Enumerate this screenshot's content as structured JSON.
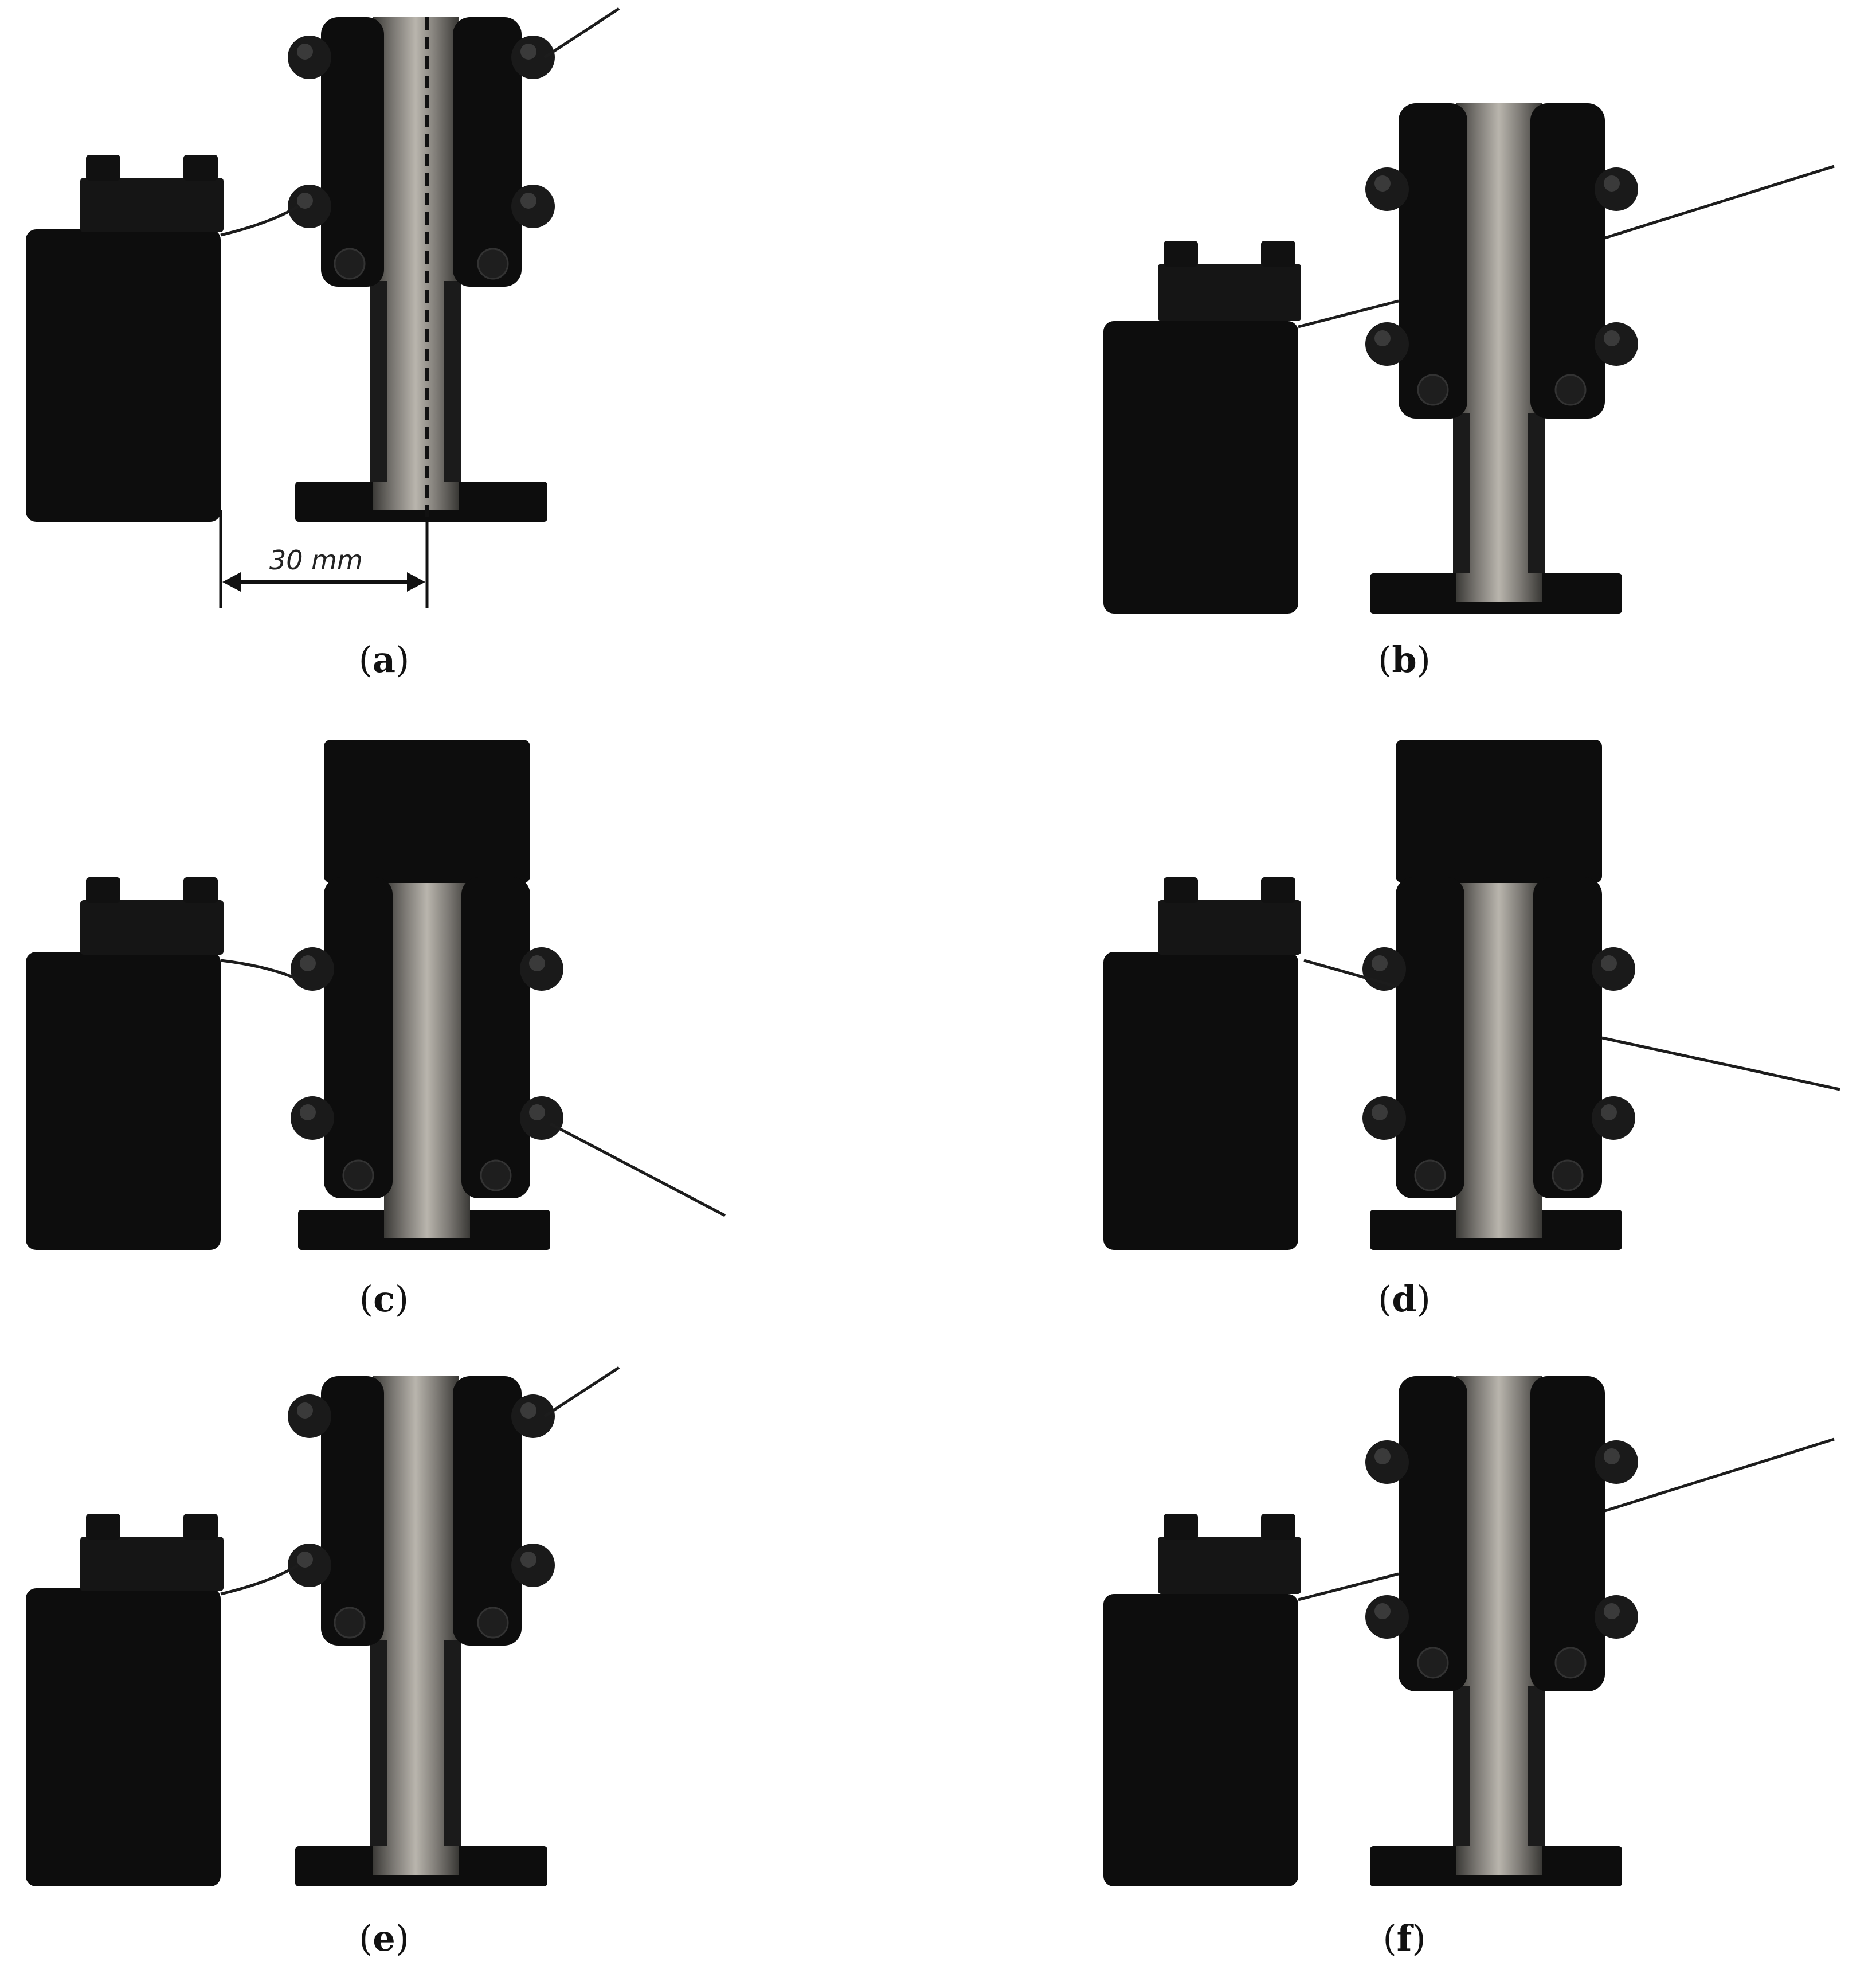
{
  "figure": {
    "panels": [
      {
        "id": "a",
        "variant": "lowered",
        "wire": "left-upper-pin-to-top-right",
        "dimension": true
      },
      {
        "id": "b",
        "variant": "lowered",
        "wire": "through-upper",
        "dimension": false
      },
      {
        "id": "c",
        "variant": "raised",
        "wire": "left-upper-pin-to-lower-right",
        "dimension": false
      },
      {
        "id": "d",
        "variant": "raised",
        "wire": "through-lower",
        "dimension": false
      },
      {
        "id": "e",
        "variant": "lowered",
        "wire": "left-upper-pin-to-top-right",
        "dimension": false
      },
      {
        "id": "f",
        "variant": "lowered",
        "wire": "through-upper",
        "dimension": false
      }
    ],
    "dimension_label": "30 mm",
    "captions": [
      "a",
      "b",
      "c",
      "d",
      "e",
      "f"
    ]
  },
  "colors": {
    "background": "#ffffff",
    "fixture_black": "#0d0d0d",
    "fixture_dark": "#1a1a1a",
    "steel_light": "#b9b5ad",
    "steel_mid": "#7d7a75",
    "steel_dark": "#3a3936",
    "wire": "#1c1c1c"
  }
}
